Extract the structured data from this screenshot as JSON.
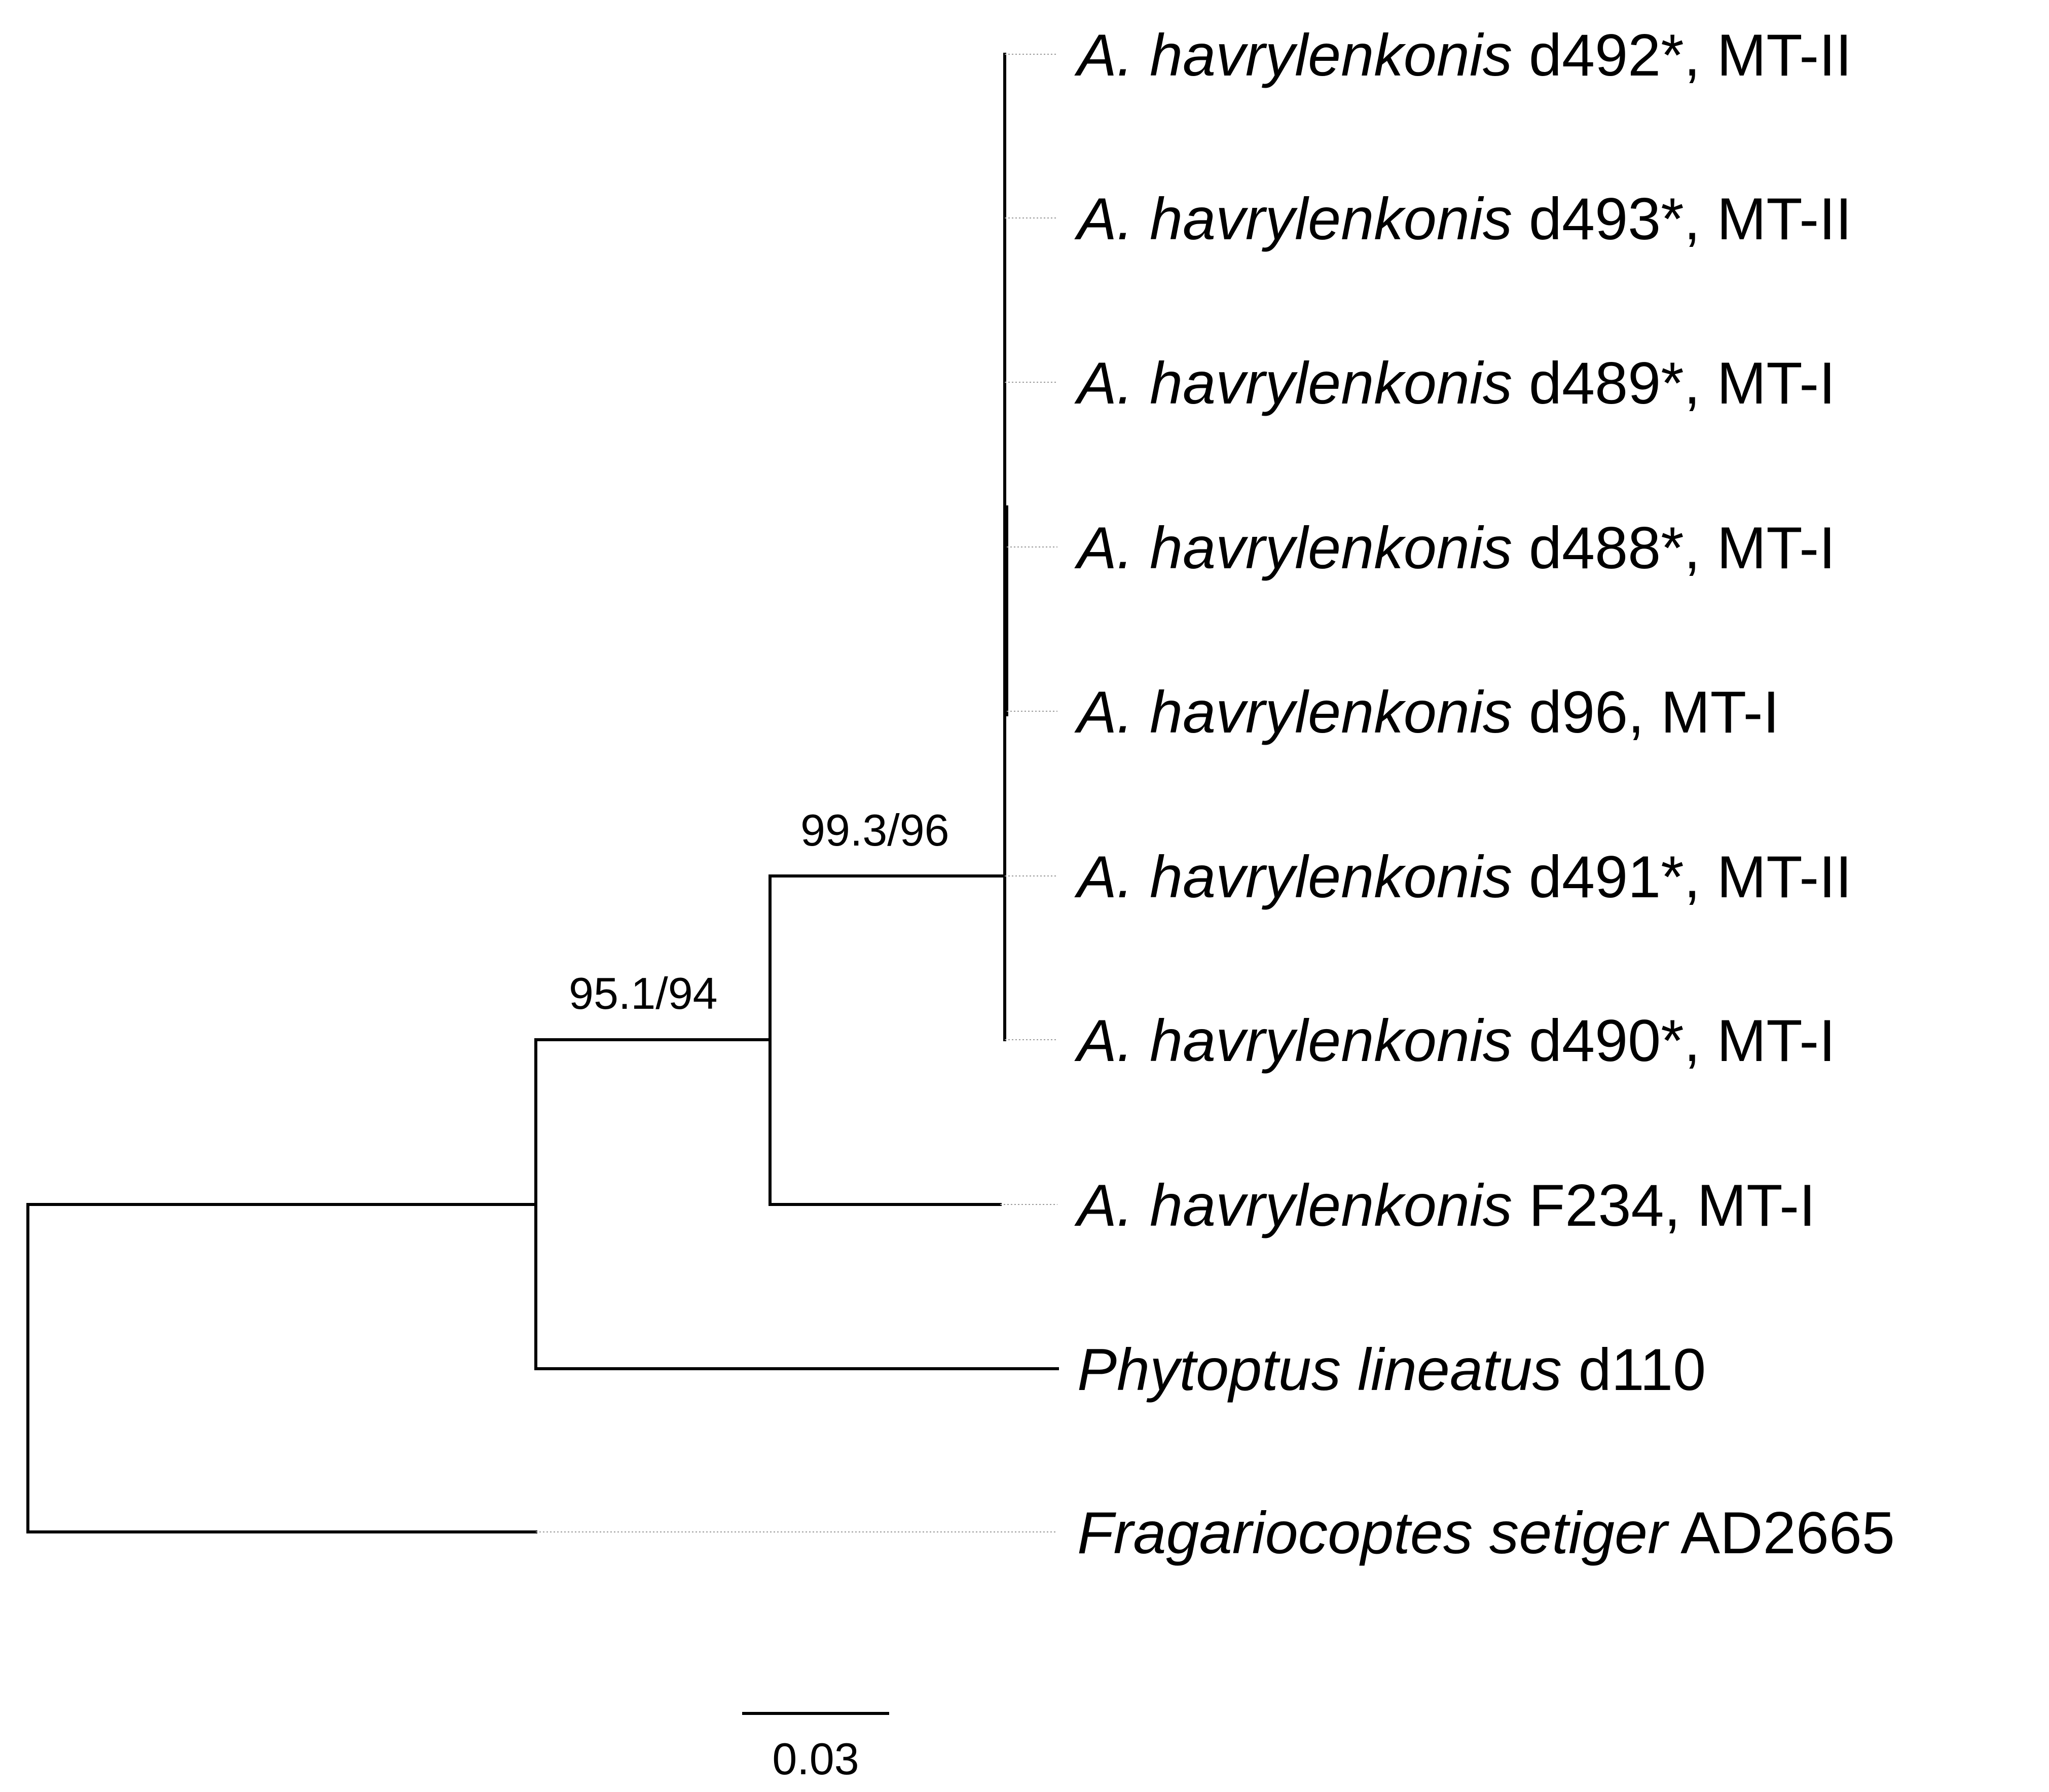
{
  "tree": {
    "taxa": [
      {
        "genus_species": "A. havrylenkonis",
        "suffix": " d492*, MT-II"
      },
      {
        "genus_species": "A. havrylenkonis",
        "suffix": " d493*, MT-II"
      },
      {
        "genus_species": "A. havrylenkonis",
        "suffix": " d489*, MT-I"
      },
      {
        "genus_species": "A. havrylenkonis",
        "suffix": " d488*, MT-I"
      },
      {
        "genus_species": "A. havrylenkonis",
        "suffix": " d96, MT-I"
      },
      {
        "genus_species": "A. havrylenkonis",
        "suffix": " d491*, MT-II"
      },
      {
        "genus_species": "A. havrylenkonis",
        "suffix": " d490*, MT-I"
      },
      {
        "genus_species": "A. havrylenkonis",
        "suffix": " F234, MT-I"
      },
      {
        "genus_species": "Phytoptus lineatus",
        "suffix": " d110"
      },
      {
        "genus_species": "Fragariocoptes setiger",
        "suffix": " AD2665"
      }
    ],
    "support_values": {
      "havrylenkonis_crown": "99.3/96",
      "havrylenkonis_clade": "95.1/94"
    },
    "scale_bar": {
      "value": 0.03,
      "label": "0.03"
    }
  }
}
